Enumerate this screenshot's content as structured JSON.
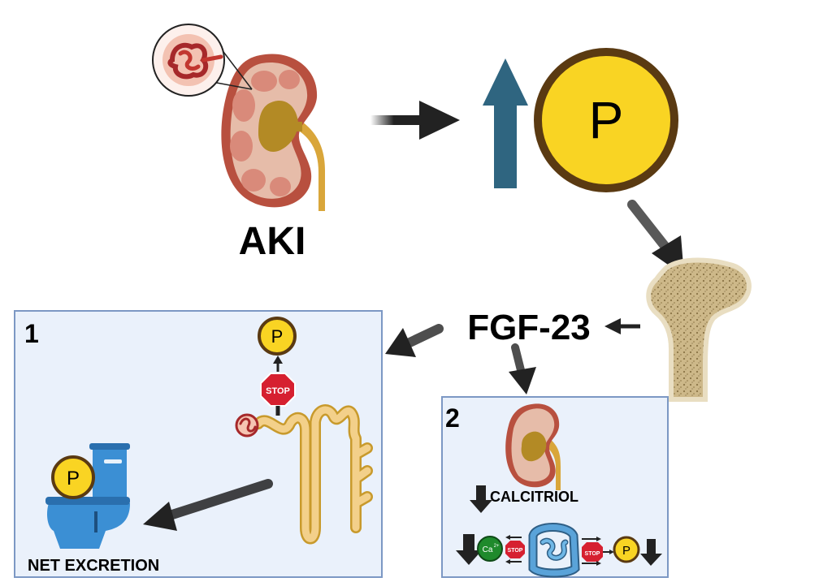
{
  "title_label": "AKI",
  "phosphate_symbol": "P",
  "hormone_label": "FGF-23",
  "panel1": {
    "number": "1",
    "stop_label": "STOP",
    "phosphate_symbol": "P",
    "caption": "NET EXCRETION"
  },
  "panel2": {
    "number": "2",
    "calcitriol_label": "CALCITRIOL",
    "calcium_label": "Ca",
    "calcium_charge": "2+",
    "stop_label_1": "STOP",
    "stop_label_2": "STOP",
    "phosphate_symbol": "P"
  },
  "colors": {
    "phosphate_fill": "#f9d423",
    "phosphate_ring": "#5a3a12",
    "up_arrow": "#2f6580",
    "panel_bg": "#eaf1fb",
    "panel_border": "#7c98c4",
    "stop_red": "#d62030",
    "toilet_blue": "#3b8fd4",
    "calcium_green": "#1f8a2c",
    "bone": "#d8c79f"
  },
  "icons": [
    "kidney-icon",
    "glomerulus-inset-icon",
    "up-arrow-icon",
    "phosphate-icon",
    "bone-icon",
    "nephron-icon",
    "stop-sign-icon",
    "toilet-icon",
    "intestine-icon",
    "calcium-ion-icon",
    "down-arrow-icon"
  ]
}
